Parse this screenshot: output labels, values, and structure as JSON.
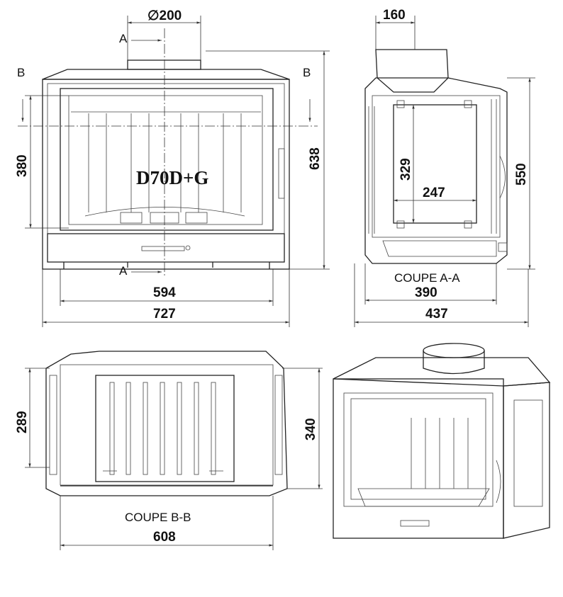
{
  "front_view": {
    "diameter_label": "∅200",
    "section_a_top": "A",
    "section_a_bottom": "A",
    "section_b_left": "B",
    "section_b_right": "B",
    "dim_height_glass": "380",
    "dim_height_total": "638",
    "model_name": "D70D+G",
    "dim_width_inner": "594",
    "dim_width_total": "727"
  },
  "side_view": {
    "dim_collar": "160",
    "dim_height_glass": "329",
    "dim_width_glass": "247",
    "dim_height_total": "550",
    "caption": "COUPE A-A",
    "dim_depth_inner": "390",
    "dim_depth_total": "437"
  },
  "top_section": {
    "dim_depth_inner": "289",
    "dim_depth_total": "340",
    "caption": "COUPE B-B",
    "dim_width": "608"
  }
}
